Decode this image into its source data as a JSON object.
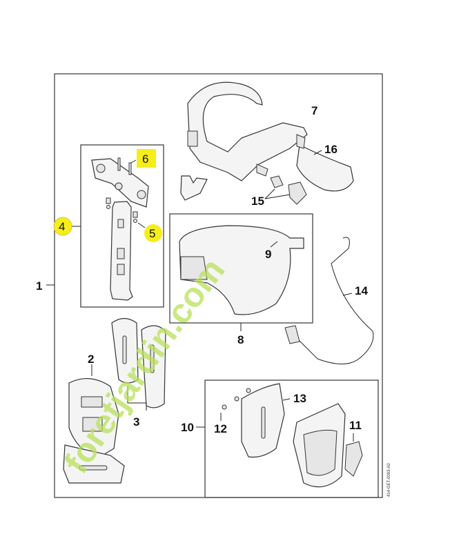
{
  "diagram": {
    "callouts": [
      "1",
      "2",
      "3",
      "4",
      "5",
      "6",
      "7",
      "8",
      "9",
      "10",
      "11",
      "12",
      "13",
      "14",
      "15",
      "16"
    ],
    "highlighted": [
      "4",
      "5",
      "6"
    ],
    "highlight_color": "#f5ee1a",
    "drawing_code": "414-GET-0093-A0",
    "watermark": "foretjardin.com",
    "watermark_colors": [
      "#b8e05a",
      "#d8cbb4"
    ]
  }
}
